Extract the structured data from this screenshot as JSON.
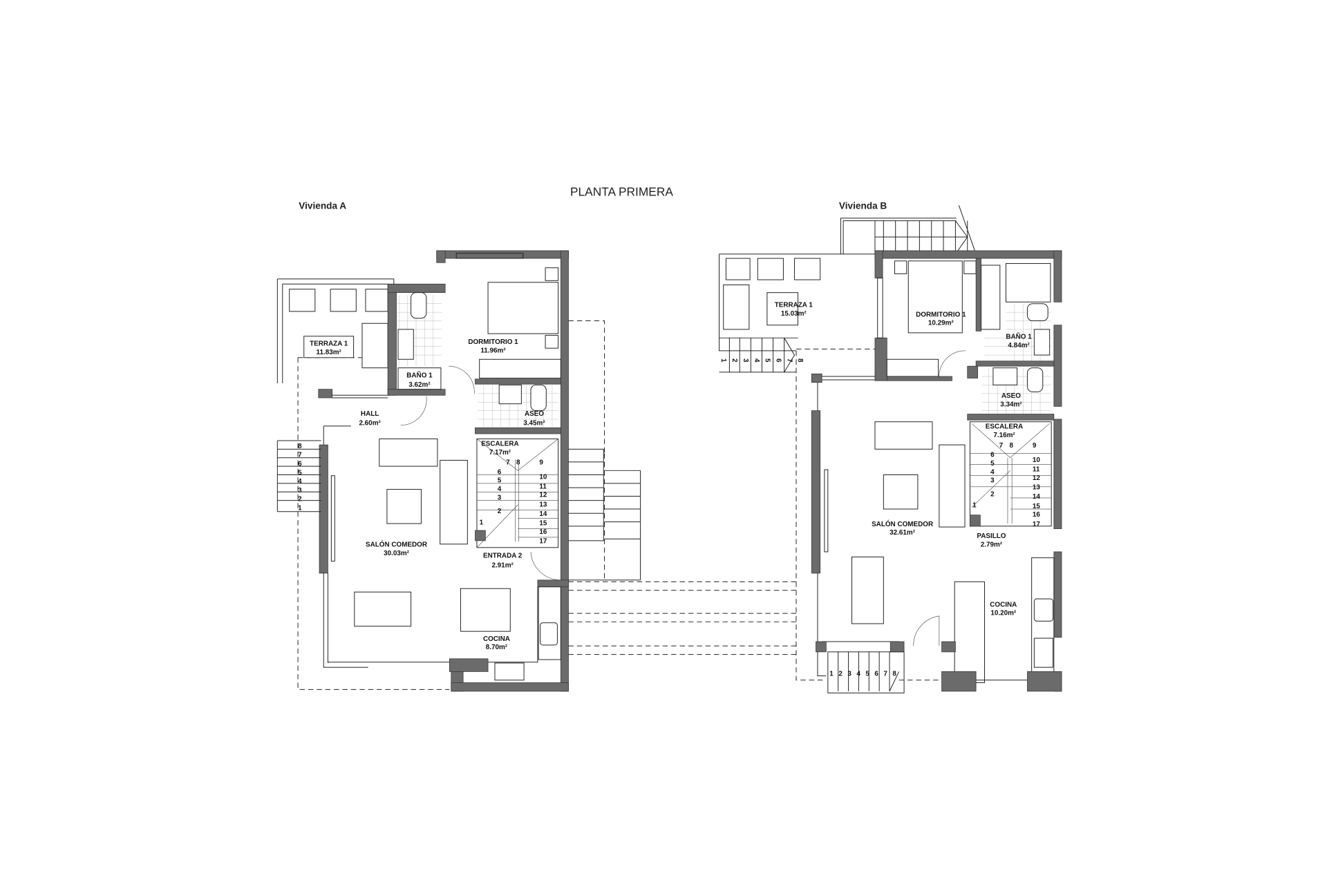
{
  "title": "PLANTA PRIMERA",
  "vivienda_a": {
    "label": "Vivienda A",
    "rooms": [
      {
        "name": "TERRAZA 1",
        "area": "11.83m²"
      },
      {
        "name": "DORMITORIO 1",
        "area": "11.96m²"
      },
      {
        "name": "BAÑO 1",
        "area": "3.62m²"
      },
      {
        "name": "HALL",
        "area": "2.60m²"
      },
      {
        "name": "ASEO",
        "area": "3.45m²"
      },
      {
        "name": "ESCALERA",
        "area": "7.17m²"
      },
      {
        "name": "SALÓN COMEDOR",
        "area": "30.03m²"
      },
      {
        "name": "ENTRADA 2",
        "area": "2.91m²"
      },
      {
        "name": "COCINA",
        "area": "8.70m²"
      }
    ],
    "exterior_stair_steps": [
      "1",
      "2",
      "3",
      "4",
      "5",
      "6",
      "7",
      "8"
    ],
    "interior_stair_steps": [
      "1",
      "2",
      "3",
      "4",
      "5",
      "6",
      "7",
      "8",
      "9",
      "10",
      "11",
      "12",
      "13",
      "14",
      "15",
      "16",
      "17"
    ]
  },
  "vivienda_b": {
    "label": "Vivienda B",
    "rooms": [
      {
        "name": "TERRAZA 1",
        "area": "15.03m²"
      },
      {
        "name": "DORMITORIO 1",
        "area": "10.29m²"
      },
      {
        "name": "BAÑO 1",
        "area": "4.84m²"
      },
      {
        "name": "ASEO",
        "area": "3.34m²"
      },
      {
        "name": "ESCALERA",
        "area": "7.16m²"
      },
      {
        "name": "SALÓN COMEDOR",
        "area": "32.61m²"
      },
      {
        "name": "PASILLO",
        "area": "2.79m²"
      },
      {
        "name": "COCINA",
        "area": "10.20m²"
      }
    ],
    "terrace_stair_steps": [
      "1",
      "2",
      "3",
      "4",
      "5",
      "6",
      "7",
      "8"
    ],
    "entry_stair_steps": [
      "1",
      "2",
      "3",
      "4",
      "5",
      "6",
      "7",
      "8"
    ],
    "interior_stair_steps": [
      "1",
      "2",
      "3",
      "4",
      "5",
      "6",
      "7",
      "8",
      "9",
      "10",
      "11",
      "12",
      "13",
      "14",
      "15",
      "16",
      "17"
    ]
  },
  "colors": {
    "wall": "#6b6b6b",
    "line": "#222222",
    "background": "#ffffff"
  }
}
